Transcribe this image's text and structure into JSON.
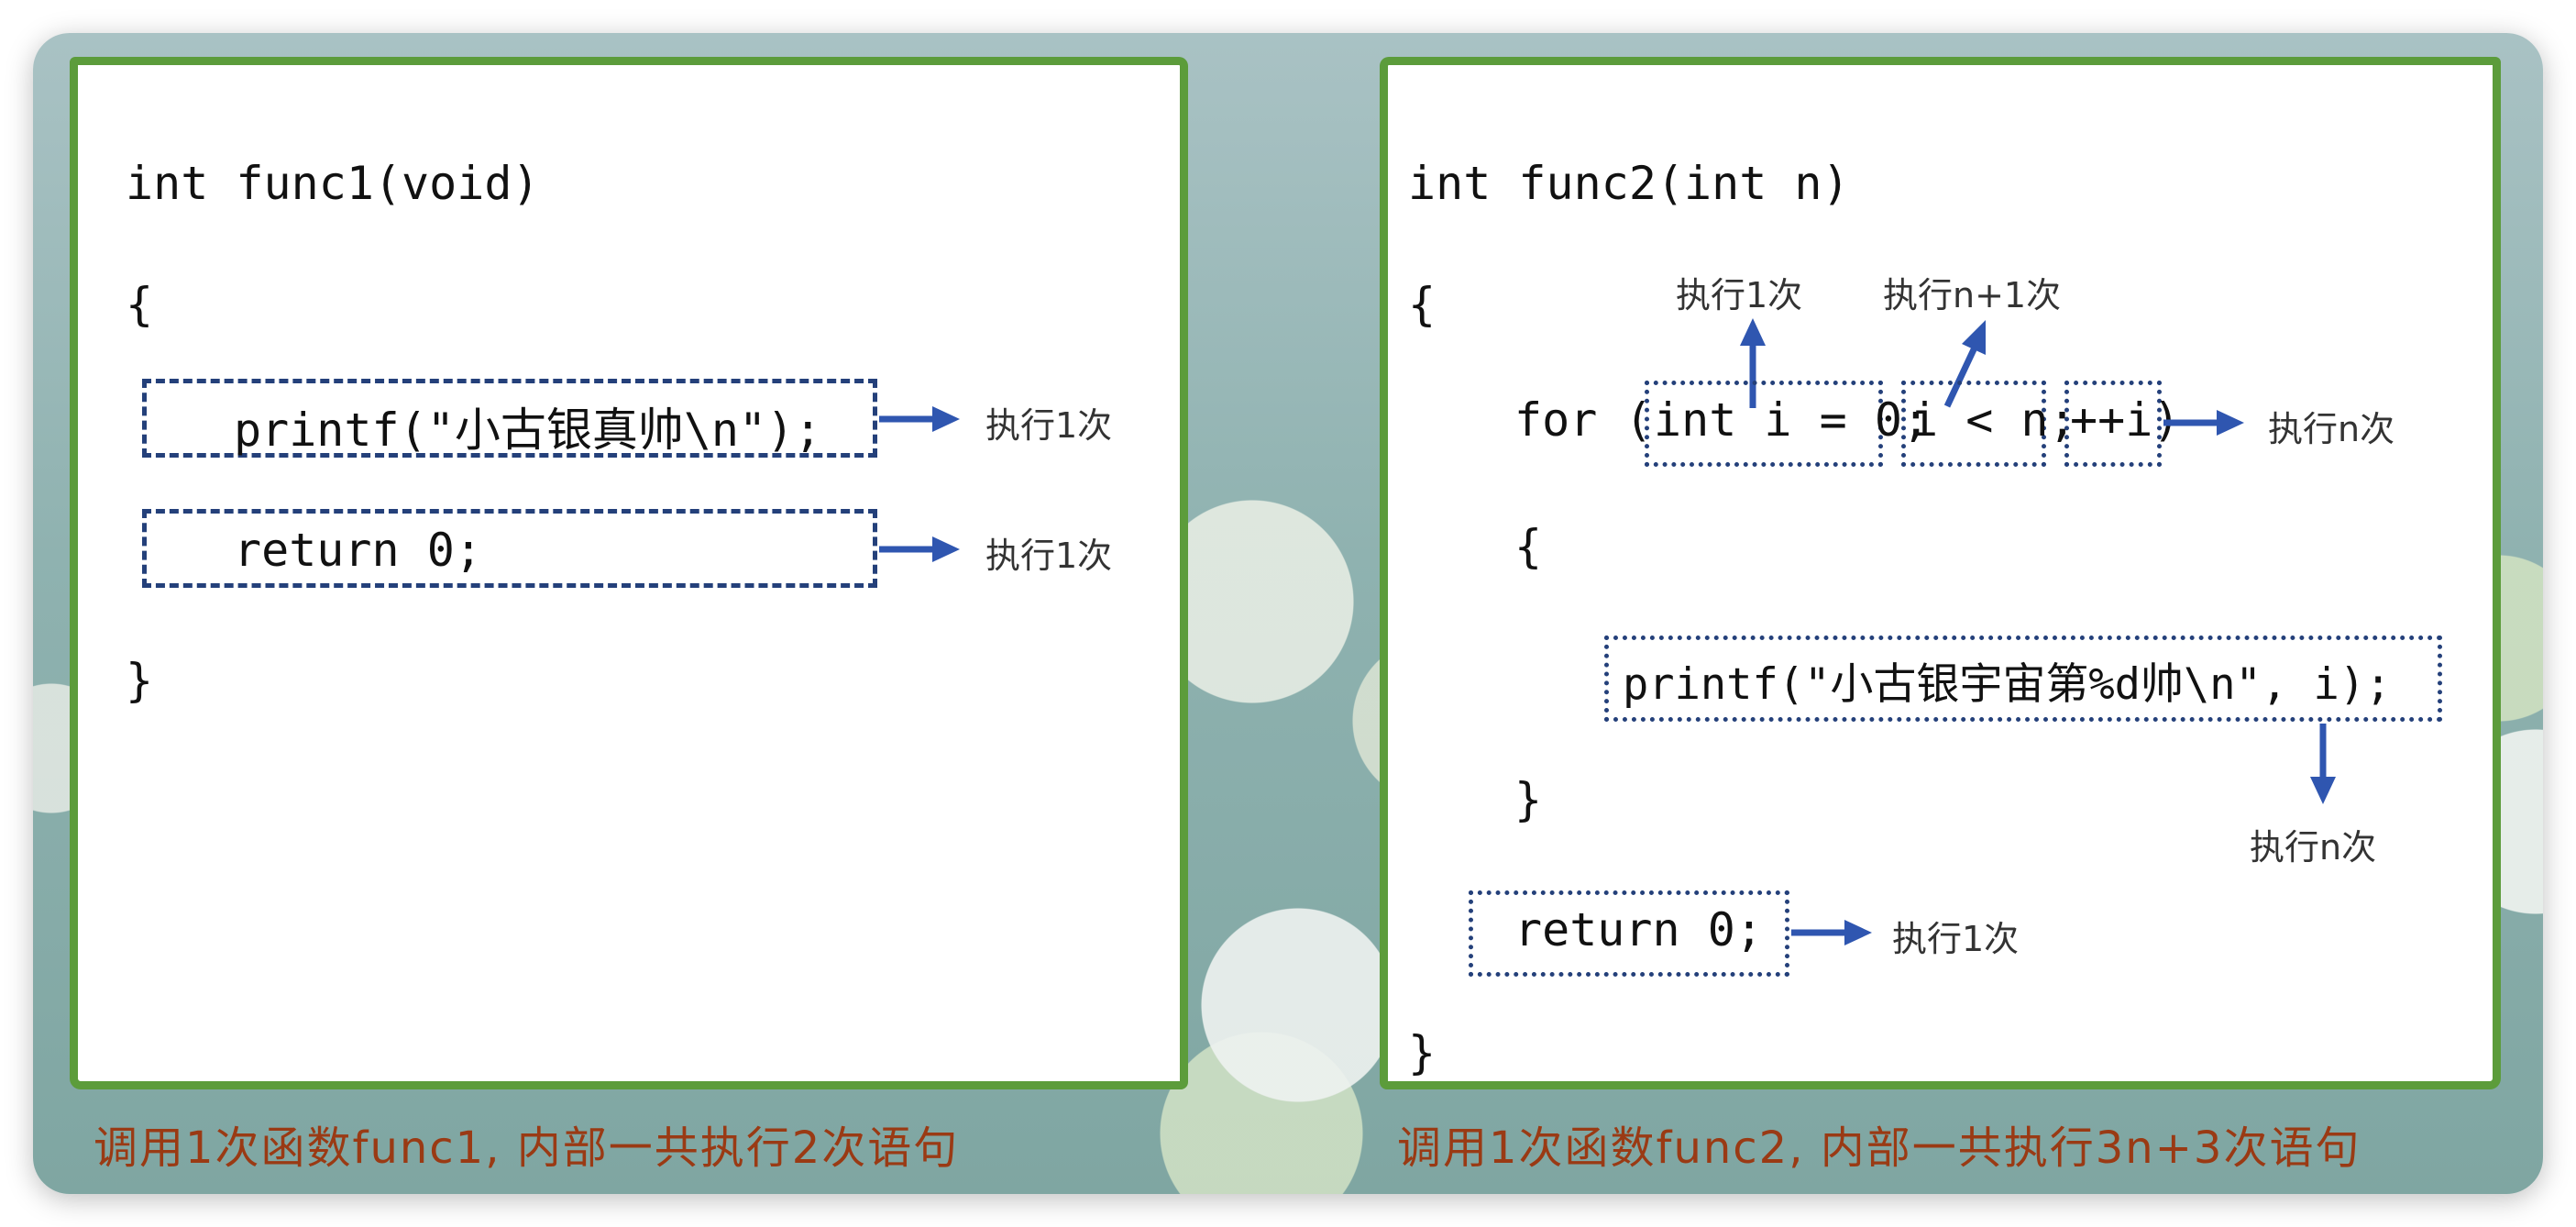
{
  "left_panel": {
    "signature": "int func1(void)",
    "open_brace": "{",
    "stmt1": "printf(\"小古银真帅\\n\");",
    "stmt1_note": "执行1次",
    "stmt2": "return 0;",
    "stmt2_note": "执行1次",
    "close_brace": "}"
  },
  "right_panel": {
    "signature": "int func2(int n)",
    "open_brace": "{",
    "for_keyword": "for (",
    "init": "int i = 0;",
    "cond": "i < n;",
    "incr": "++i)",
    "init_note": "执行1次",
    "cond_note": "执行n+1次",
    "incr_note": "执行n次",
    "inner_open": "{",
    "inner_stmt": "printf(\"小古银宇宙第%d帅\\n\", i);",
    "inner_note": "执行n次",
    "inner_close": "}",
    "ret": "return 0;",
    "ret_note": "执行1次",
    "close_brace": "}"
  },
  "captions": {
    "left": "调用1次函数func1, 内部一共执行2次语句",
    "right": "调用1次函数func2, 内部一共执行3n+3次语句"
  },
  "colors": {
    "panel_border": "#5c9c3b",
    "box_border": "#24407a",
    "arrow": "#2f56b0",
    "caption": "#9a3a14"
  }
}
